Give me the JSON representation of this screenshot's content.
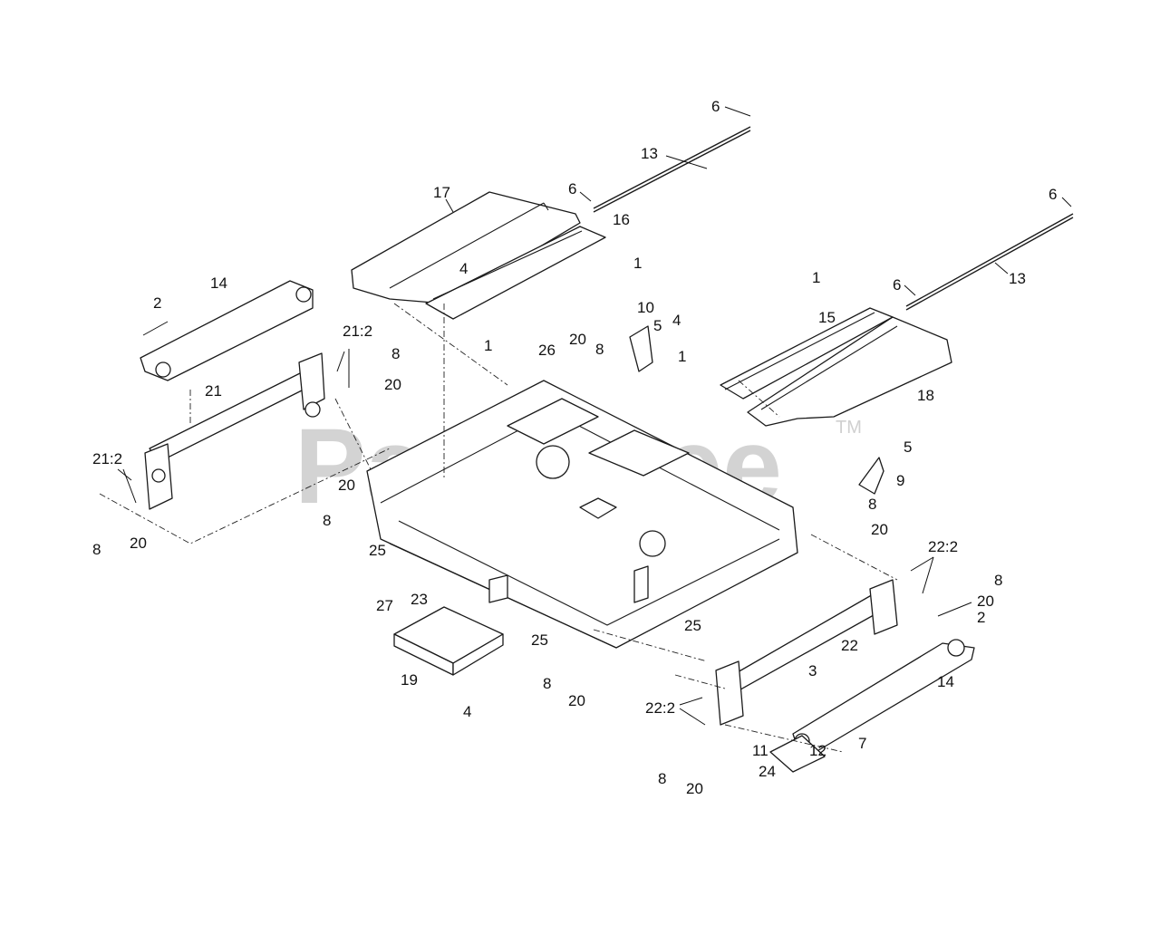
{
  "watermark": {
    "text": "PartsTree",
    "trademark": "TM"
  },
  "callouts": [
    {
      "n": "6"
    },
    {
      "n": "13"
    },
    {
      "n": "17"
    },
    {
      "n": "6"
    },
    {
      "n": "16"
    },
    {
      "n": "1"
    },
    {
      "n": "4"
    },
    {
      "n": "6"
    },
    {
      "n": "1"
    },
    {
      "n": "6"
    },
    {
      "n": "13"
    },
    {
      "n": "15"
    },
    {
      "n": "14"
    },
    {
      "n": "2"
    },
    {
      "n": "21:2"
    },
    {
      "n": "8"
    },
    {
      "n": "20"
    },
    {
      "n": "10"
    },
    {
      "n": "5"
    },
    {
      "n": "4"
    },
    {
      "n": "1"
    },
    {
      "n": "26"
    },
    {
      "n": "20"
    },
    {
      "n": "8"
    },
    {
      "n": "1"
    },
    {
      "n": "18"
    },
    {
      "n": "21"
    },
    {
      "n": "21:2"
    },
    {
      "n": "20"
    },
    {
      "n": "8"
    },
    {
      "n": "20"
    },
    {
      "n": "8"
    },
    {
      "n": "25"
    },
    {
      "n": "5"
    },
    {
      "n": "9"
    },
    {
      "n": "8"
    },
    {
      "n": "20"
    },
    {
      "n": "22:2"
    },
    {
      "n": "8"
    },
    {
      "n": "20"
    },
    {
      "n": "2"
    },
    {
      "n": "27"
    },
    {
      "n": "23"
    },
    {
      "n": "25"
    },
    {
      "n": "25"
    },
    {
      "n": "19"
    },
    {
      "n": "22"
    },
    {
      "n": "14"
    },
    {
      "n": "3"
    },
    {
      "n": "8"
    },
    {
      "n": "20"
    },
    {
      "n": "4"
    },
    {
      "n": "22:2"
    },
    {
      "n": "11"
    },
    {
      "n": "12"
    },
    {
      "n": "7"
    },
    {
      "n": "24"
    },
    {
      "n": "8"
    },
    {
      "n": "20"
    }
  ]
}
